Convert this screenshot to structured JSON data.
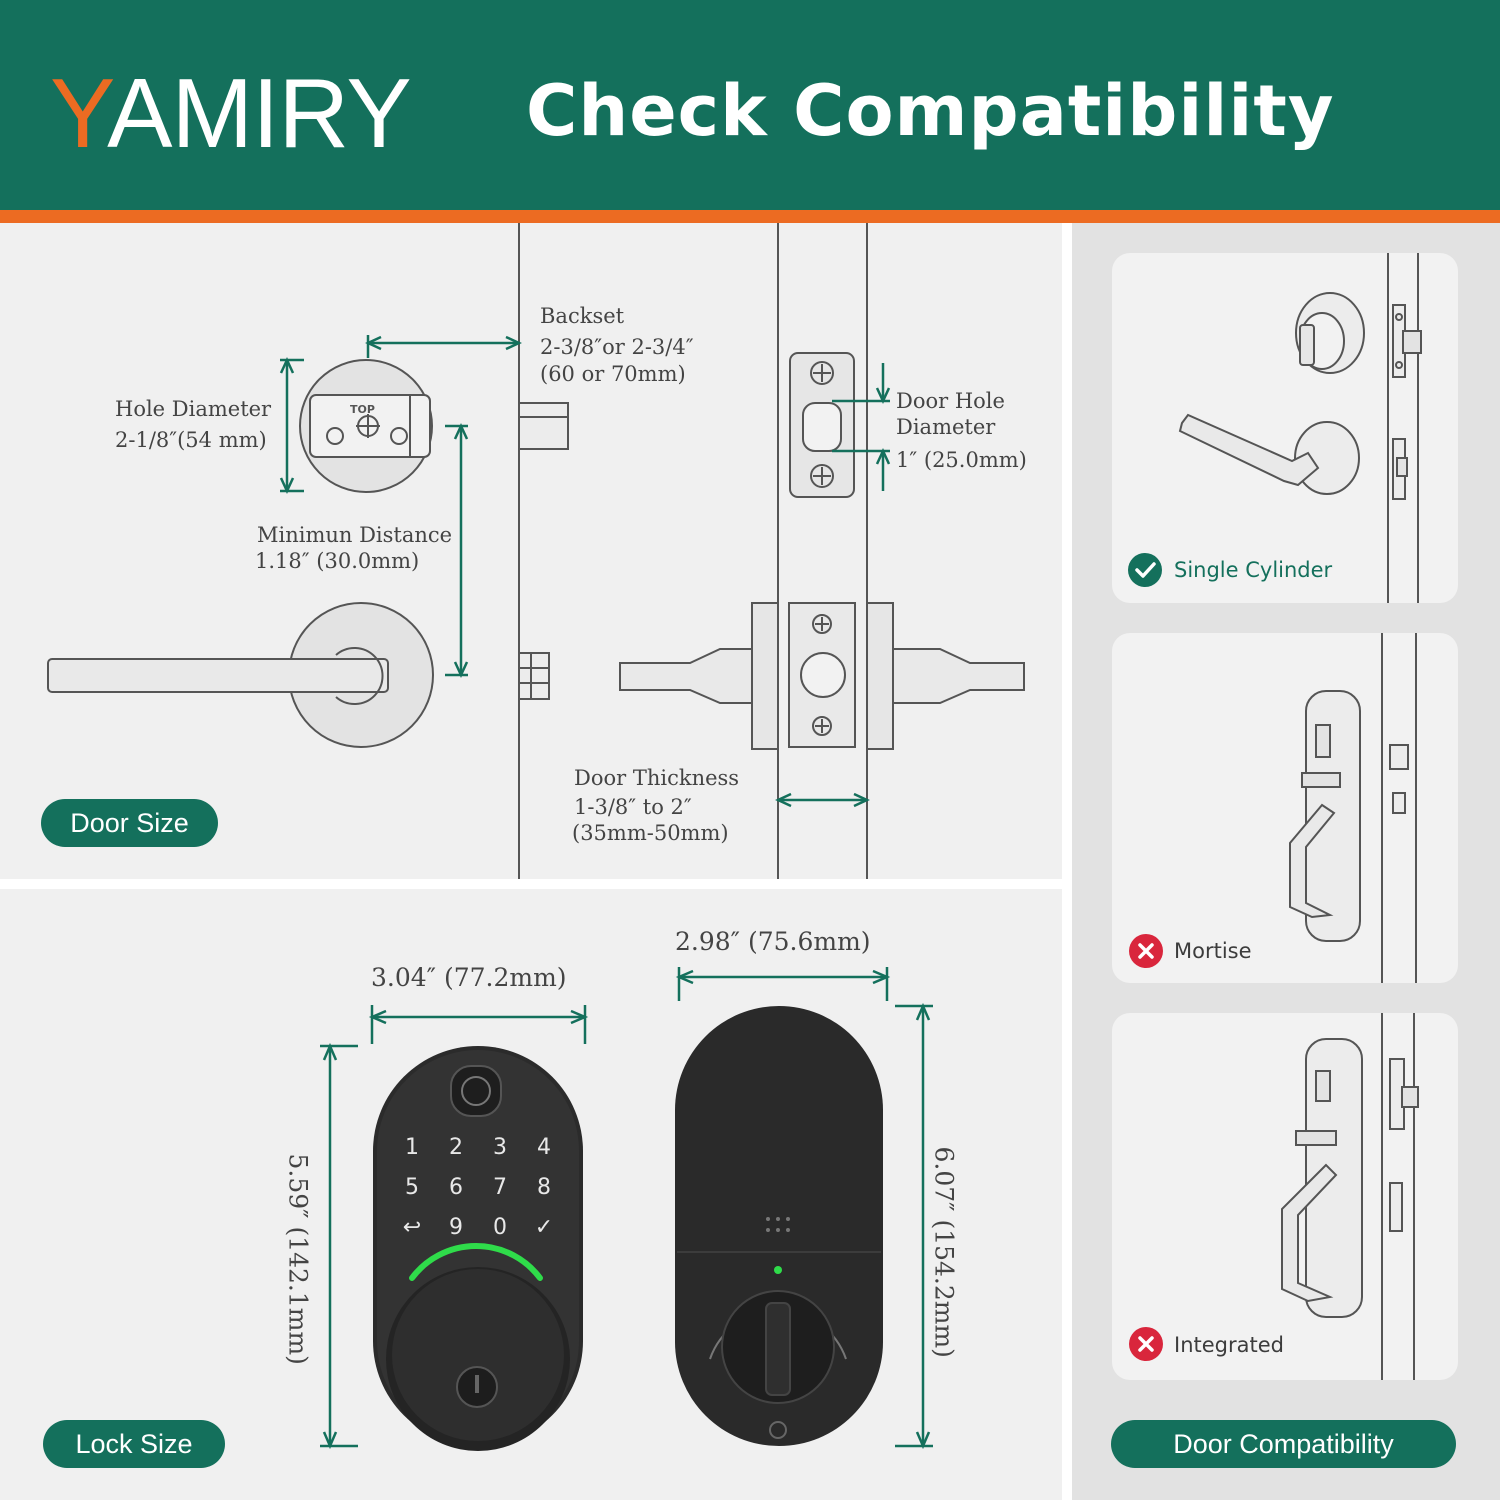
{
  "header": {
    "brand_accent": "Y",
    "brand_rest": "AMIRY",
    "title": "Check Compatibility",
    "colors": {
      "primary": "#14705c",
      "accent": "#ec6b22"
    }
  },
  "door_size": {
    "hole_diameter": {
      "label": "Hole Diameter",
      "value": "2-1/8″(54 mm)"
    },
    "backset": {
      "label": "Backset",
      "value_1": "2-3/8″or 2-3/4″",
      "value_2": "(60 or 70mm)"
    },
    "min_distance": {
      "label": "Minimun Distance",
      "value": "1.18″ (30.0mm)"
    },
    "door_hole": {
      "label_1": "Door Hole",
      "label_2": "Diameter",
      "value": "1″ (25.0mm)"
    },
    "door_thickness": {
      "label": "Door Thickness",
      "value_1": "1-3/8″ to 2″",
      "value_2": "(35mm-50mm)"
    },
    "badge": "Door Size",
    "top_mark": "TOP"
  },
  "lock_size": {
    "front_width": "3.04″ (77.2mm)",
    "front_height": "5.59″ (142.1mm)",
    "back_width": "2.98″ (75.6mm)",
    "back_height": "6.07″ (154.2mm)",
    "keypad": [
      "1",
      "2",
      "3",
      "4",
      "5",
      "6",
      "7",
      "8",
      "↩",
      "9",
      "0",
      "✓"
    ],
    "badge": "Lock Size"
  },
  "compatibility": {
    "items": [
      {
        "label": "Single Cylinder",
        "status": "compatible",
        "icon": "check-icon",
        "color": "#14705c"
      },
      {
        "label": "Mortise",
        "status": "incompatible",
        "icon": "cross-icon",
        "color": "#d9263c"
      },
      {
        "label": "Integrated",
        "status": "incompatible",
        "icon": "cross-icon",
        "color": "#d9263c"
      }
    ],
    "badge": "Door Compatibility"
  }
}
